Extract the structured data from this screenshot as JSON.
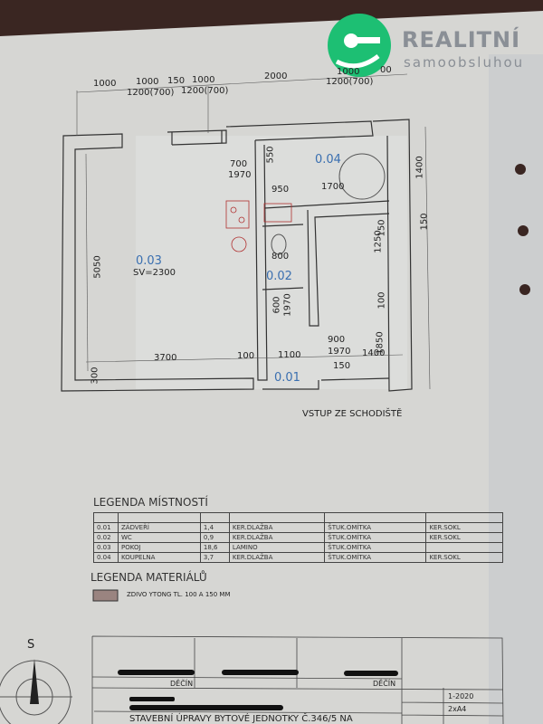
{
  "watermark": {
    "brand": "REALITNÍ",
    "sub": "samoobsluhou",
    "color": "#1dbf73"
  },
  "dimensions_top": [
    "1000",
    "1000",
    "150",
    "1000",
    "2000",
    "1000",
    "00"
  ],
  "dimensions_openings": [
    "1200(700)",
    "1200(700)",
    "1200(700)"
  ],
  "rooms": {
    "r004": {
      "id": "0.04",
      "dims": [
        "700",
        "1970",
        "550",
        "950",
        "1700",
        "1400",
        "150"
      ]
    },
    "r003": {
      "id": "0.03",
      "sv": "SV=2300",
      "height": "5050"
    },
    "r002": {
      "id": "0.02",
      "dims": [
        "800",
        "600",
        "1970",
        "1250",
        "150",
        "100",
        "1850"
      ]
    },
    "r001": {
      "id": "0.01"
    },
    "bottom_dims": [
      "3700",
      "100",
      "1100",
      "900",
      "1970",
      "1400",
      "150",
      "300"
    ]
  },
  "entrance": "VSTUP ZE SCHODIŠTĚ",
  "legend_rooms": {
    "title": "LEGENDA MÍSTNOSTÍ",
    "rows": [
      [
        "0.01",
        "ZÁDVEŘÍ",
        "1,4",
        "KER.DLAŽBA",
        "ŠTUK.OMÍTKA",
        "KER.SOKL"
      ],
      [
        "0.02",
        "WC",
        "0,9",
        "KER.DLAŽBA",
        "ŠTUK.OMÍTKA",
        "KER.SOKL"
      ],
      [
        "0.03",
        "POKOJ",
        "18,6",
        "LAMINO",
        "ŠTUK.OMÍTKA",
        ""
      ],
      [
        "0.04",
        "KOUPELNA",
        "3,7",
        "KER.DLAŽBA",
        "ŠTUK.OMÍTKA",
        "KER.SOKL"
      ]
    ]
  },
  "legend_materials": {
    "title": "LEGENDA MATERIÁLŮ",
    "item": "ZDIVO YTONG TL. 100 A 150 MM"
  },
  "compass": {
    "label": "S"
  },
  "title_block": {
    "city1": "DĚČÍN",
    "city2": "DĚČÍN",
    "date": "1-2020",
    "format": "2xA4",
    "project": "STAVEBNÍ ÚPRAVY BYTOVÉ JEDNOTKY Č.346/5 NA"
  }
}
